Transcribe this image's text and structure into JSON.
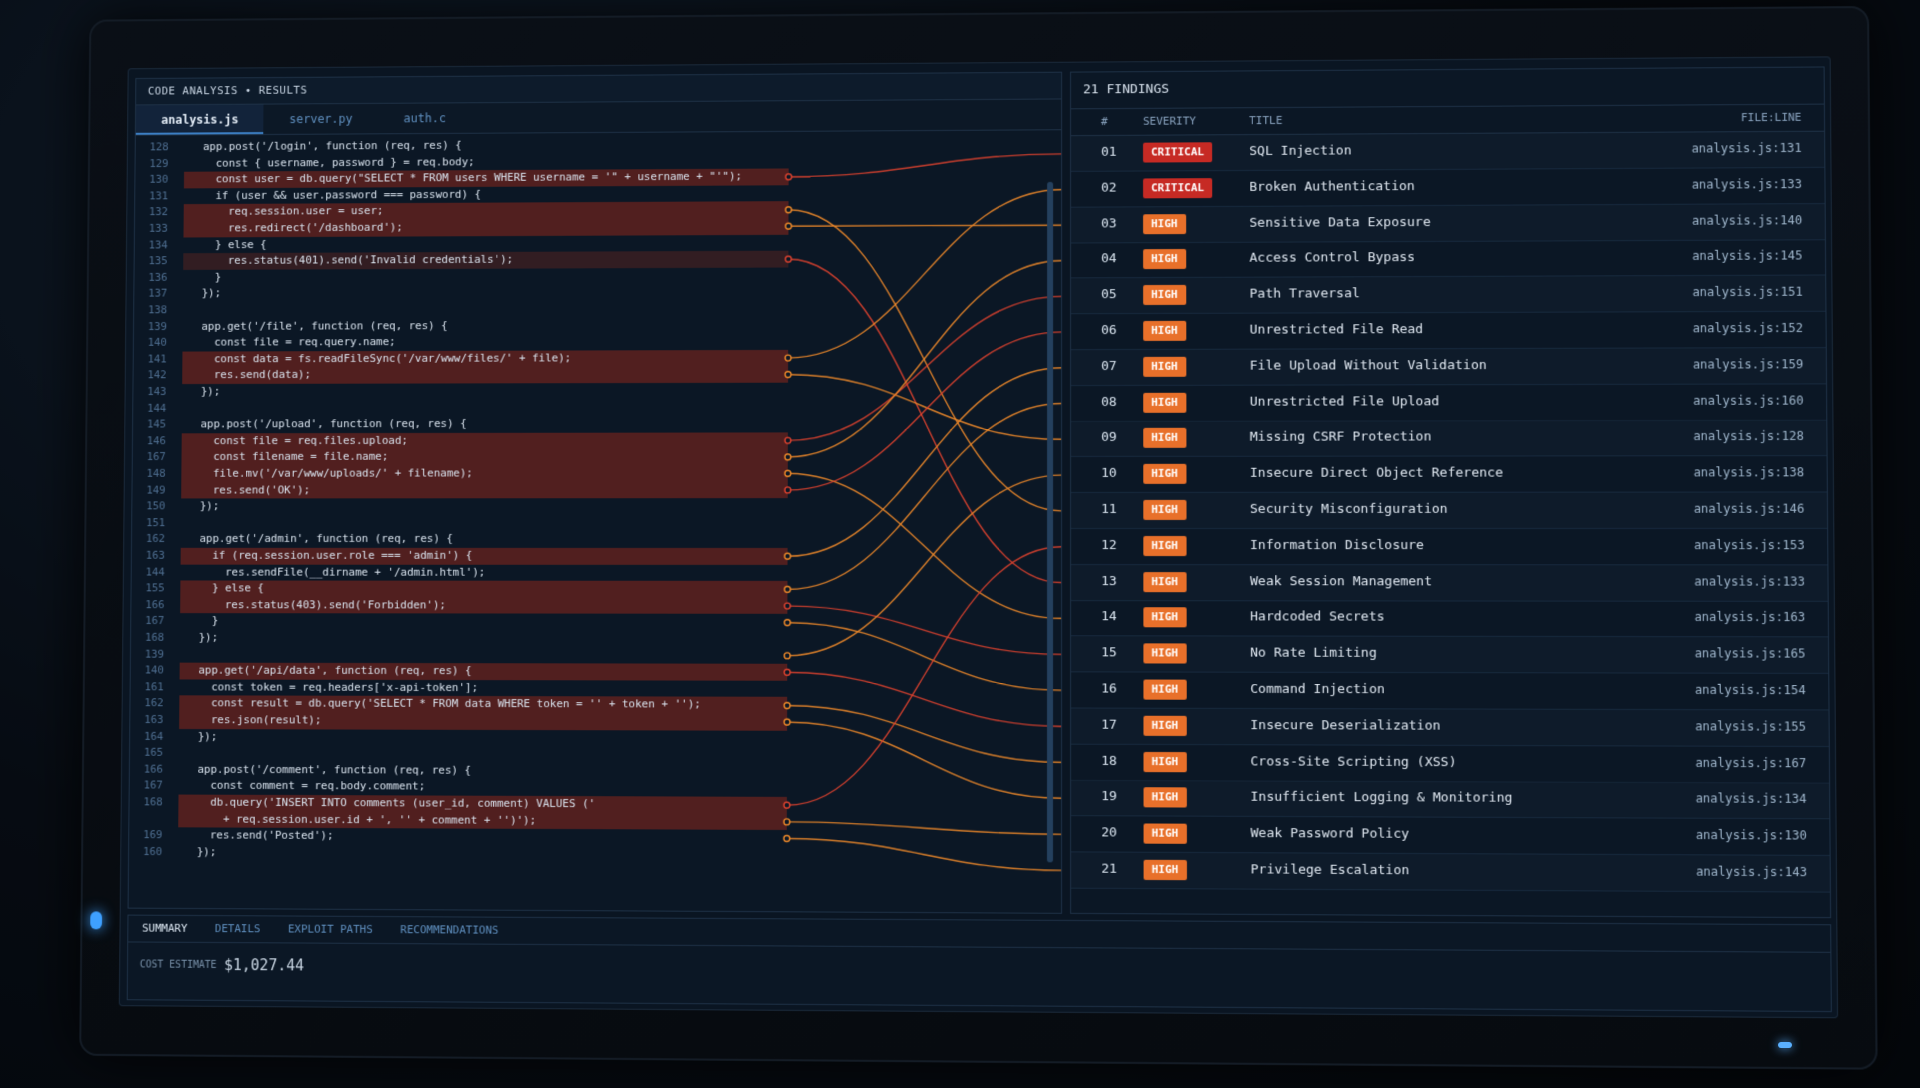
{
  "left_pane": {
    "title": "CODE ANALYSIS • RESULTS",
    "tabs": [
      "analysis.js",
      "server.py",
      "auth.c"
    ],
    "active_tab": 0,
    "code_lines": [
      {
        "ln": "128",
        "text": "  app.post('/login', function (req, res) {"
      },
      {
        "ln": "129",
        "text": "    const { username, password } = req.body;"
      },
      {
        "ln": "130",
        "text": "    const user = db.query(\"SELECT * FROM users WHERE username = '\" + username + \"'\");"
      },
      {
        "ln": "131",
        "text": "    if (user && user.password === password) {"
      },
      {
        "ln": "132",
        "text": "      req.session.user = user;"
      },
      {
        "ln": "133",
        "text": "      res.redirect('/dashboard');"
      },
      {
        "ln": "134",
        "text": "    } else {"
      },
      {
        "ln": "135",
        "text": "      res.status(401).send('Invalid credentials');"
      },
      {
        "ln": "136",
        "text": "    }"
      },
      {
        "ln": "137",
        "text": "  });"
      },
      {
        "ln": "138",
        "text": ""
      },
      {
        "ln": "139",
        "text": "  app.get('/file', function (req, res) {"
      },
      {
        "ln": "140",
        "text": "    const file = req.query.name;"
      },
      {
        "ln": "141",
        "text": "    const data = fs.readFileSync('/var/www/files/' + file);"
      },
      {
        "ln": "142",
        "text": "    res.send(data);"
      },
      {
        "ln": "143",
        "text": "  });"
      },
      {
        "ln": "144",
        "text": ""
      },
      {
        "ln": "145",
        "text": "  app.post('/upload', function (req, res) {"
      },
      {
        "ln": "146",
        "text": "    const file = req.files.upload;"
      },
      {
        "ln": "167",
        "text": "    const filename = file.name;"
      },
      {
        "ln": "148",
        "text": "    file.mv('/var/www/uploads/' + filename);"
      },
      {
        "ln": "149",
        "text": "    res.send('OK');"
      },
      {
        "ln": "150",
        "text": "  });"
      },
      {
        "ln": "151",
        "text": ""
      },
      {
        "ln": "162",
        "text": "  app.get('/admin', function (req, res) {"
      },
      {
        "ln": "163",
        "text": "    if (req.session.user.role === 'admin') {"
      },
      {
        "ln": "144",
        "text": "      res.sendFile(__dirname + '/admin.html');"
      },
      {
        "ln": "155",
        "text": "    } else {"
      },
      {
        "ln": "166",
        "text": "      res.status(403).send('Forbidden');"
      },
      {
        "ln": "167",
        "text": "    }"
      },
      {
        "ln": "168",
        "text": "  });"
      },
      {
        "ln": "139",
        "text": ""
      },
      {
        "ln": "140",
        "text": "  app.get('/api/data', function (req, res) {"
      },
      {
        "ln": "161",
        "text": "    const token = req.headers['x-api-token'];"
      },
      {
        "ln": "162",
        "text": "    const result = db.query('SELECT * FROM data WHERE token = '' + token + '');"
      },
      {
        "ln": "163",
        "text": "    res.json(result);"
      },
      {
        "ln": "164",
        "text": "  });"
      },
      {
        "ln": "165",
        "text": ""
      },
      {
        "ln": "166",
        "text": "  app.post('/comment', function (req, res) {"
      },
      {
        "ln": "167",
        "text": "    const comment = req.body.comment;"
      },
      {
        "ln": "168",
        "text": "    db.query('INSERT INTO comments (user_id, comment) VALUES ('"
      },
      {
        "ln": "",
        "text": "      + req.session.user.id + ', '' + comment + '')');"
      },
      {
        "ln": "169",
        "text": "    res.send('Posted');"
      },
      {
        "ln": "160",
        "text": "  });"
      }
    ]
  },
  "right_pane": {
    "count_label": "21 FINDINGS",
    "columns": {
      "num": "#",
      "severity": "SEVERITY",
      "title": "TITLE",
      "file_line": "FILE:LINE"
    },
    "findings": [
      {
        "num": "01",
        "severity": "CRITICAL",
        "title": "SQL Injection",
        "file_line": "analysis.js:131"
      },
      {
        "num": "02",
        "severity": "CRITICAL",
        "title": "Broken Authentication",
        "file_line": "analysis.js:133"
      },
      {
        "num": "03",
        "severity": "HIGH",
        "title": "Sensitive Data Exposure",
        "file_line": "analysis.js:140"
      },
      {
        "num": "04",
        "severity": "HIGH",
        "title": "Access Control Bypass",
        "file_line": "analysis.js:145"
      },
      {
        "num": "05",
        "severity": "HIGH",
        "title": "Path Traversal",
        "file_line": "analysis.js:151"
      },
      {
        "num": "06",
        "severity": "HIGH",
        "title": "Unrestricted File Read",
        "file_line": "analysis.js:152"
      },
      {
        "num": "07",
        "severity": "HIGH",
        "title": "File Upload Without Validation",
        "file_line": "analysis.js:159"
      },
      {
        "num": "08",
        "severity": "HIGH",
        "title": "Unrestricted File Upload",
        "file_line": "analysis.js:160"
      },
      {
        "num": "09",
        "severity": "HIGH",
        "title": "Missing CSRF Protection",
        "file_line": "analysis.js:128"
      },
      {
        "num": "10",
        "severity": "HIGH",
        "title": "Insecure Direct Object Reference",
        "file_line": "analysis.js:138"
      },
      {
        "num": "11",
        "severity": "HIGH",
        "title": "Security Misconfiguration",
        "file_line": "analysis.js:146"
      },
      {
        "num": "12",
        "severity": "HIGH",
        "title": "Information Disclosure",
        "file_line": "analysis.js:153"
      },
      {
        "num": "13",
        "severity": "HIGH",
        "title": "Weak Session Management",
        "file_line": "analysis.js:133"
      },
      {
        "num": "14",
        "severity": "HIGH",
        "title": "Hardcoded Secrets",
        "file_line": "analysis.js:163"
      },
      {
        "num": "15",
        "severity": "HIGH",
        "title": "No Rate Limiting",
        "file_line": "analysis.js:165"
      },
      {
        "num": "16",
        "severity": "HIGH",
        "title": "Command Injection",
        "file_line": "analysis.js:154"
      },
      {
        "num": "17",
        "severity": "HIGH",
        "title": "Insecure Deserialization",
        "file_line": "analysis.js:155"
      },
      {
        "num": "18",
        "severity": "HIGH",
        "title": "Cross-Site Scripting (XSS)",
        "file_line": "analysis.js:167"
      },
      {
        "num": "19",
        "severity": "HIGH",
        "title": "Insufficient Logging & Monitoring",
        "file_line": "analysis.js:134"
      },
      {
        "num": "20",
        "severity": "HIGH",
        "title": "Weak Password Policy",
        "file_line": "analysis.js:130"
      },
      {
        "num": "21",
        "severity": "HIGH",
        "title": "Privilege Escalation",
        "file_line": "analysis.js:143"
      }
    ]
  },
  "bottom": {
    "tabs": [
      "SUMMARY",
      "DETAILS",
      "EXPLOIT PATHS",
      "RECOMMENDATIONS"
    ],
    "active_tab": 0,
    "cost_label": "COST ESTIMATE",
    "cost_value": "$1,027.44"
  },
  "colors": {
    "critical": "#c62a24",
    "high": "#e8702a",
    "link_red": "#e0432f",
    "link_orange": "#f08a2a",
    "highlight": "#8c261c"
  }
}
